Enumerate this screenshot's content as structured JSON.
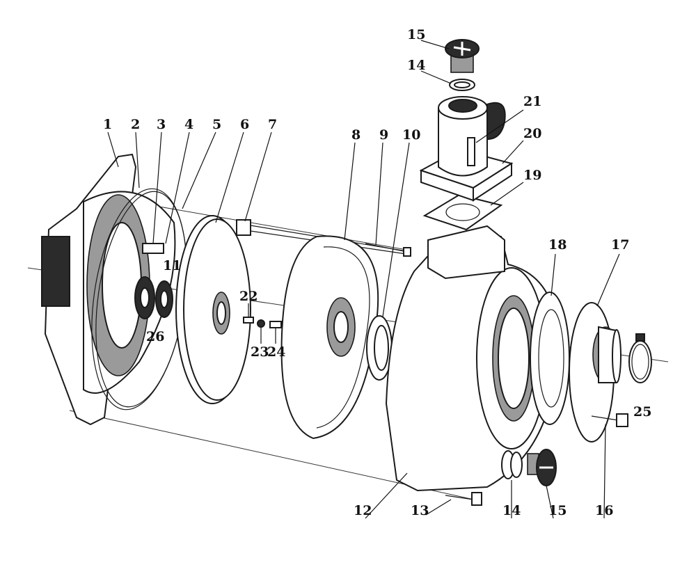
{
  "labels": [
    "1",
    "2",
    "3",
    "4",
    "5",
    "6",
    "7",
    "8",
    "9",
    "10",
    "11",
    "12",
    "13",
    "14",
    "15",
    "16",
    "17",
    "18",
    "19",
    "20",
    "21",
    "22",
    "23",
    "24",
    "25",
    "26",
    "14",
    "15"
  ]
}
